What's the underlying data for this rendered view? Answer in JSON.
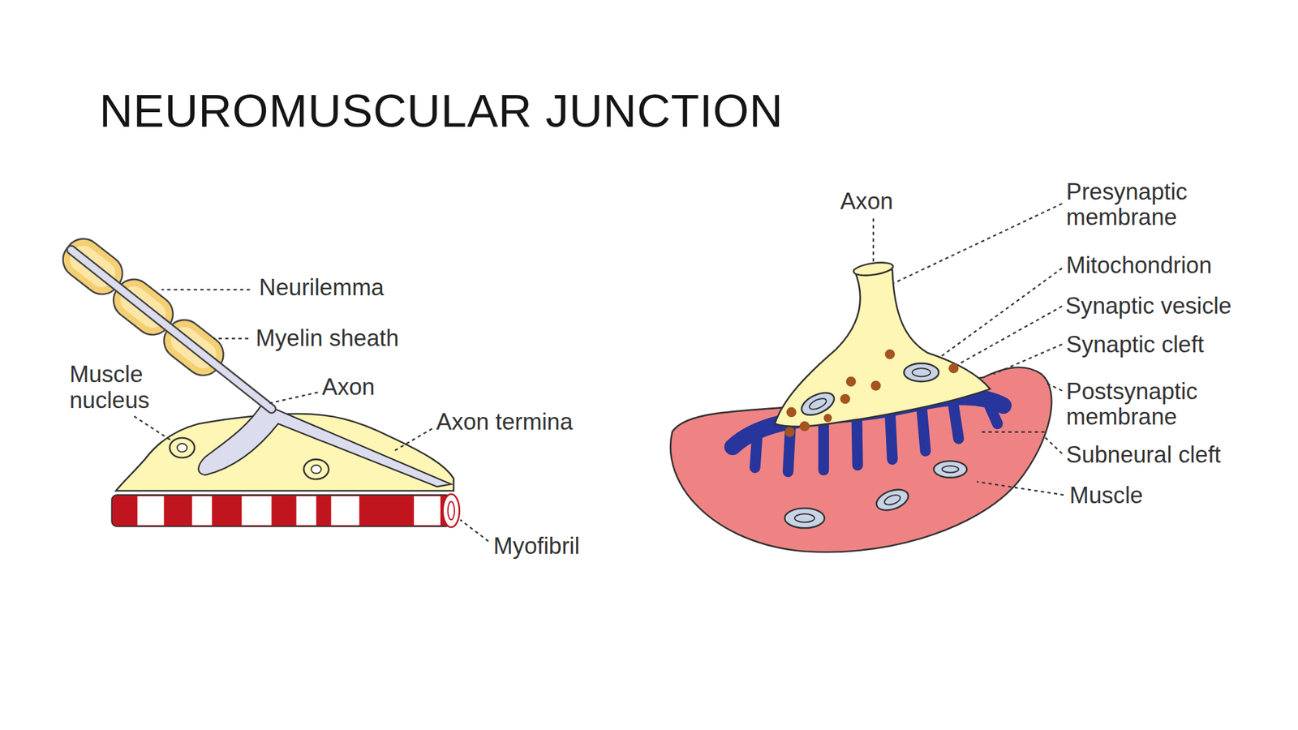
{
  "diagram": {
    "title": "NEUROMUSCULAR JUNCTION",
    "labels": [
      "Neurilemma",
      "Myelin sheath",
      "Muscle nucleus",
      "Axon",
      "Axon termina",
      "Myofibril",
      "Axon",
      "Presynaptic membrane",
      "Mitochondrion",
      "Synaptic vesicle",
      "Synaptic cleft",
      "Postsynaptic membrane",
      "Subneural cleft",
      "Muscle"
    ]
  }
}
